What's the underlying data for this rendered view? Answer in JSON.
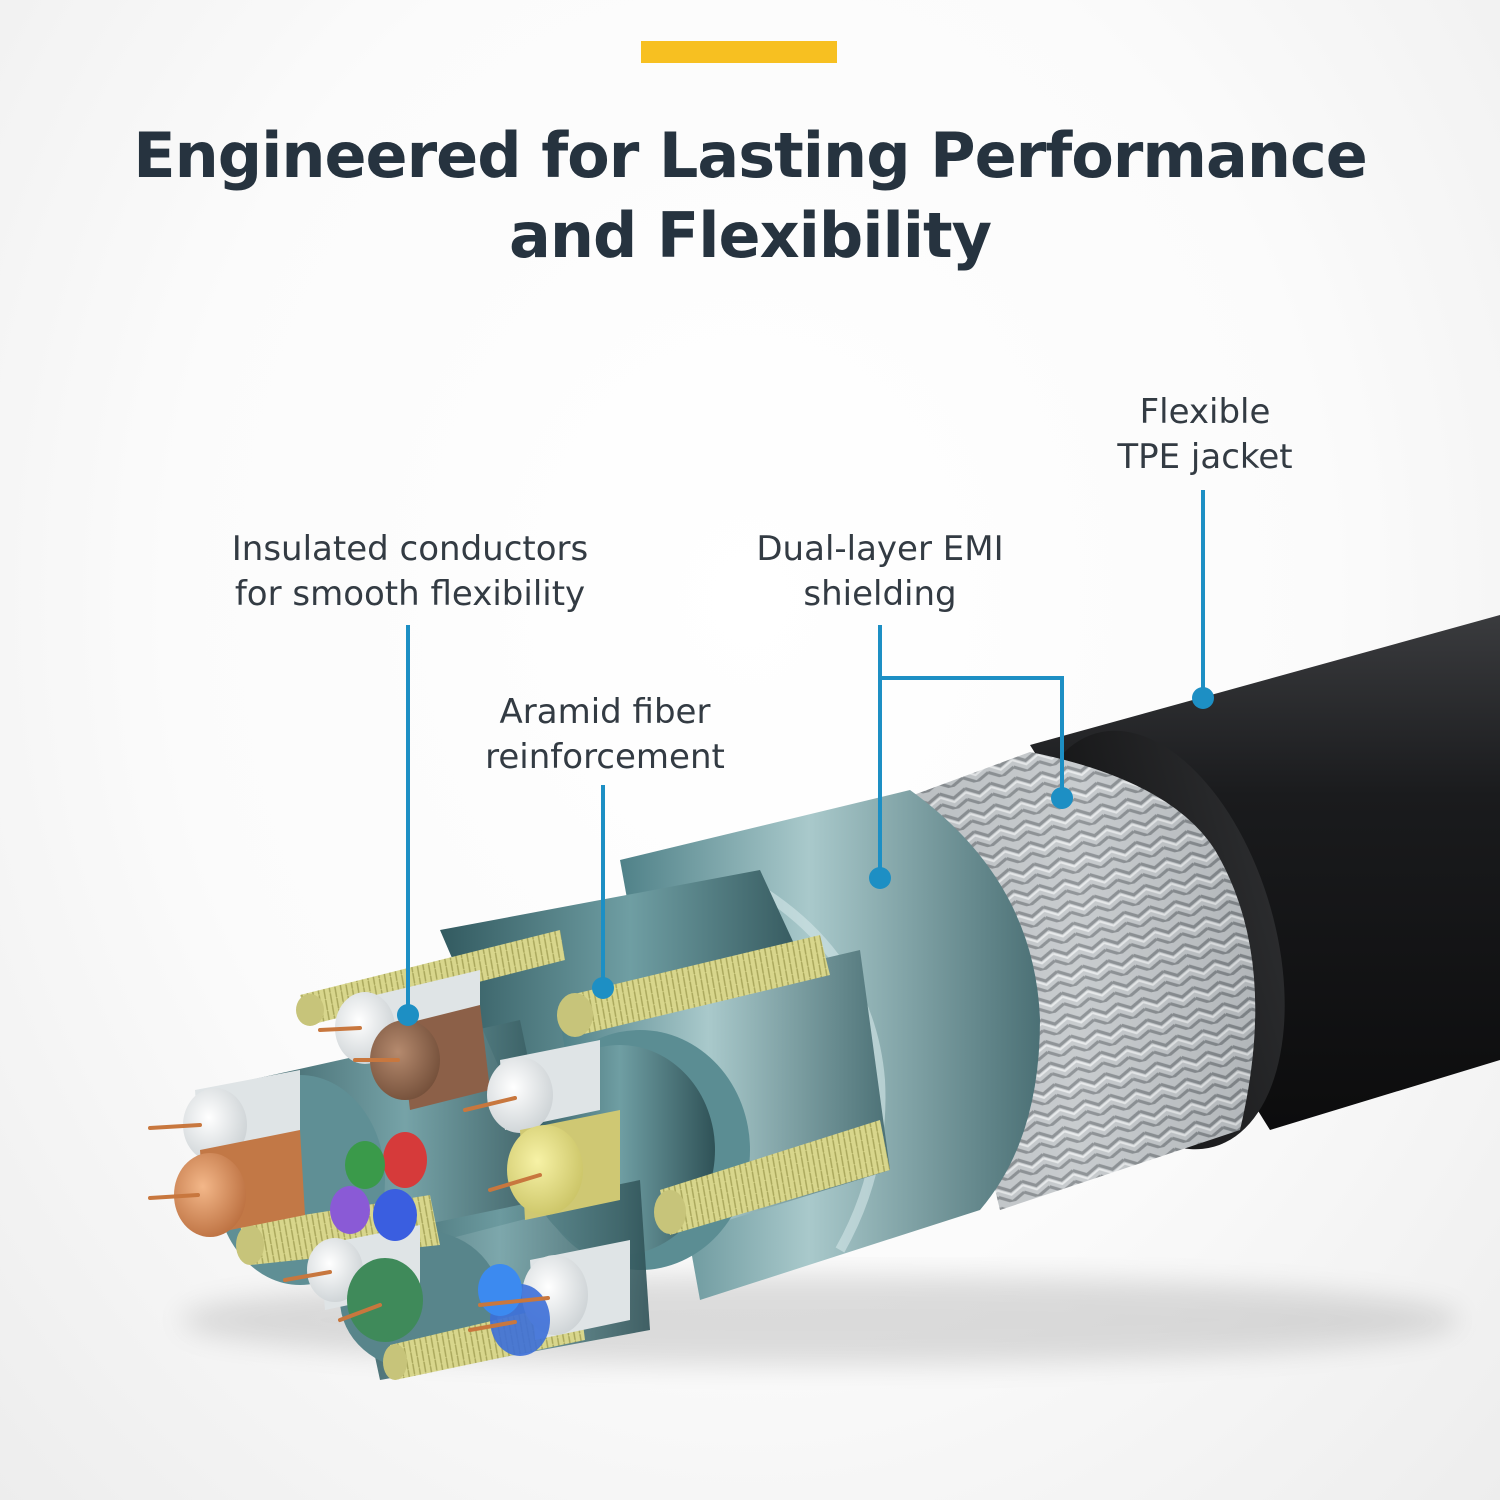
{
  "title": {
    "line1": "Engineered for Lasting Performance",
    "line2": "and Flexibility"
  },
  "callouts": {
    "jacket": {
      "line1": "Flexible",
      "line2": "TPE jacket"
    },
    "conductors": {
      "line1": "Insulated conductors",
      "line2": "for smooth flexibility"
    },
    "shielding": {
      "line1": "Dual-layer EMI",
      "line2": "shielding"
    },
    "aramid": {
      "line1": "Aramid fiber",
      "line2": "reinforcement"
    }
  },
  "colors": {
    "accent": "#f7c021",
    "title": "#26333f",
    "label": "#333b43",
    "leader": "#1d8fc4",
    "jacket": "#1b1c1e",
    "braid": "#c9ccce",
    "foil": "#6f9ea3",
    "aramid": "#d8d68c"
  }
}
